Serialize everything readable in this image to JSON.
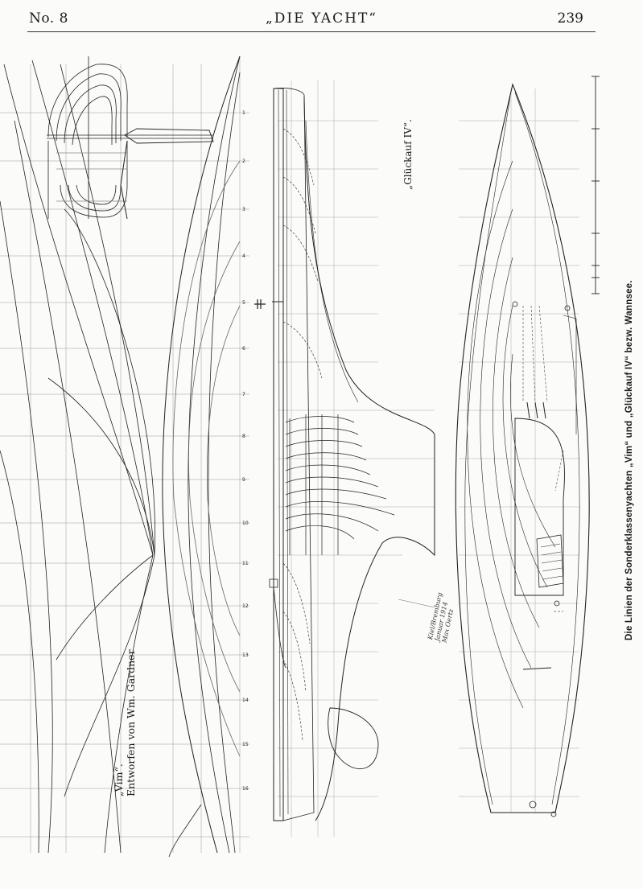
{
  "header": {
    "issue": "No. 8",
    "journal": "„DIE YACHT“",
    "page": "239"
  },
  "caption": "Die Linien der Sonderklassenyachten „Vim“ und „Glückauf IV“ bezw. Wannsee.",
  "vim": {
    "name": "„Vim“.",
    "designer": "Entworfen von Wm. Gardner"
  },
  "glueckauf": {
    "name": "„Glückauf IV“."
  },
  "signature": {
    "line1": "Kiel/Bremburg",
    "line2": "Januar 1914",
    "line3": "Max Oertz"
  },
  "stations": [
    "1",
    "2",
    "3",
    "4",
    "5",
    "6",
    "7",
    "8",
    "9",
    "10",
    "11",
    "12",
    "13",
    "14",
    "15",
    "16"
  ]
}
